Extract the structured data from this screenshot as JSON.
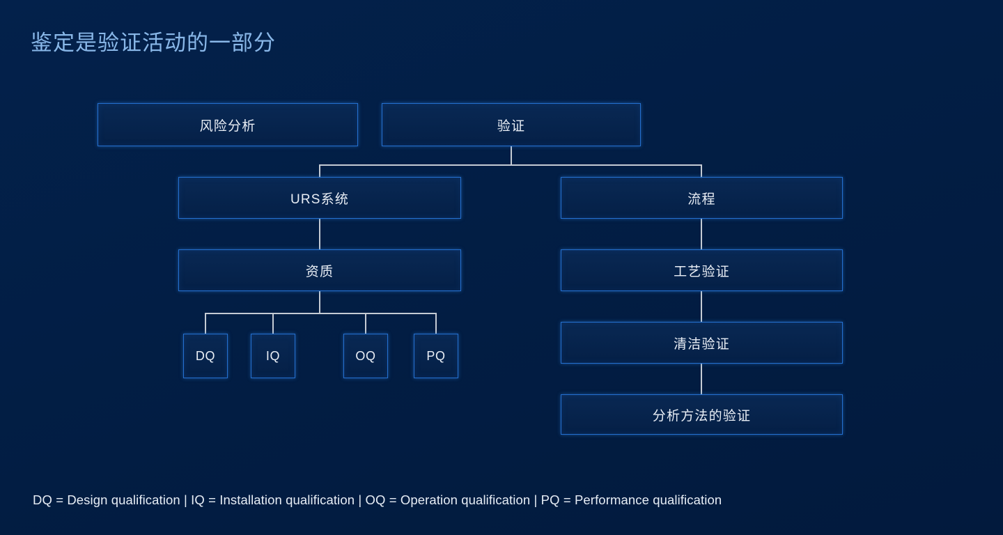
{
  "slide": {
    "title": "鉴定是验证活动的一部分",
    "ghost_text": "",
    "background_color": "#031f47",
    "accent_color": "#2470d0",
    "title_color": "#89b7e8",
    "connector_color": "#c5cbd4",
    "legend": "DQ = Design qualification | IQ = Installation qualification | OQ = Operation qualification | PQ = Performance qualification"
  },
  "diagram": {
    "nodes": {
      "risk_analysis": "风险分析",
      "validation": "验证",
      "urs_system": "URS系统",
      "process": "流程",
      "qualification": "资质",
      "process_validation": "工艺验证",
      "cleaning_validation": "清洁验证",
      "analytical_method_validation": "分析方法的验证",
      "dq": "DQ",
      "iq": "IQ",
      "oq": "OQ",
      "pq": "PQ"
    }
  }
}
